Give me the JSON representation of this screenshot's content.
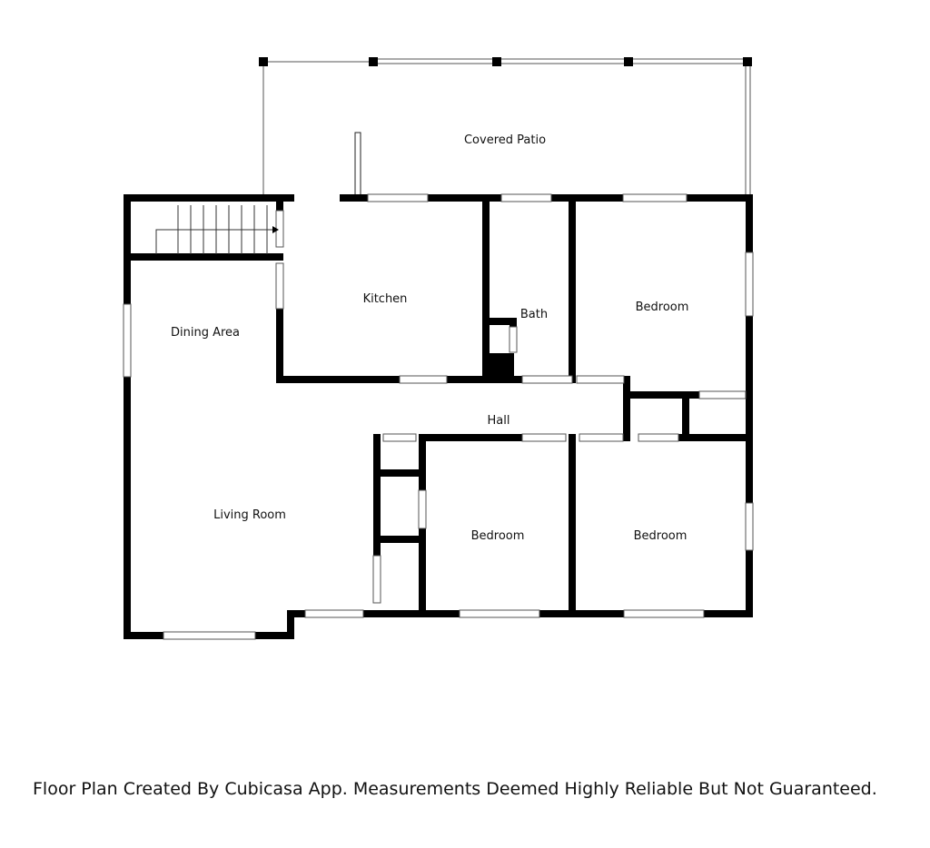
{
  "rooms": {
    "covered_patio": "Covered Patio",
    "kitchen": "Kitchen",
    "bath": "Bath",
    "bedroom_ne": "Bedroom",
    "dining_area": "Dining Area",
    "hall": "Hall",
    "living_room": "Living Room",
    "bedroom_sw": "Bedroom",
    "bedroom_se": "Bedroom"
  },
  "footer": {
    "disclaimer": "Floor Plan Created By Cubicasa App. Measurements Deemed Highly Reliable But Not Guaranteed."
  },
  "colors": {
    "wall": "#000000",
    "background": "#ffffff",
    "thin_line": "#666666"
  }
}
